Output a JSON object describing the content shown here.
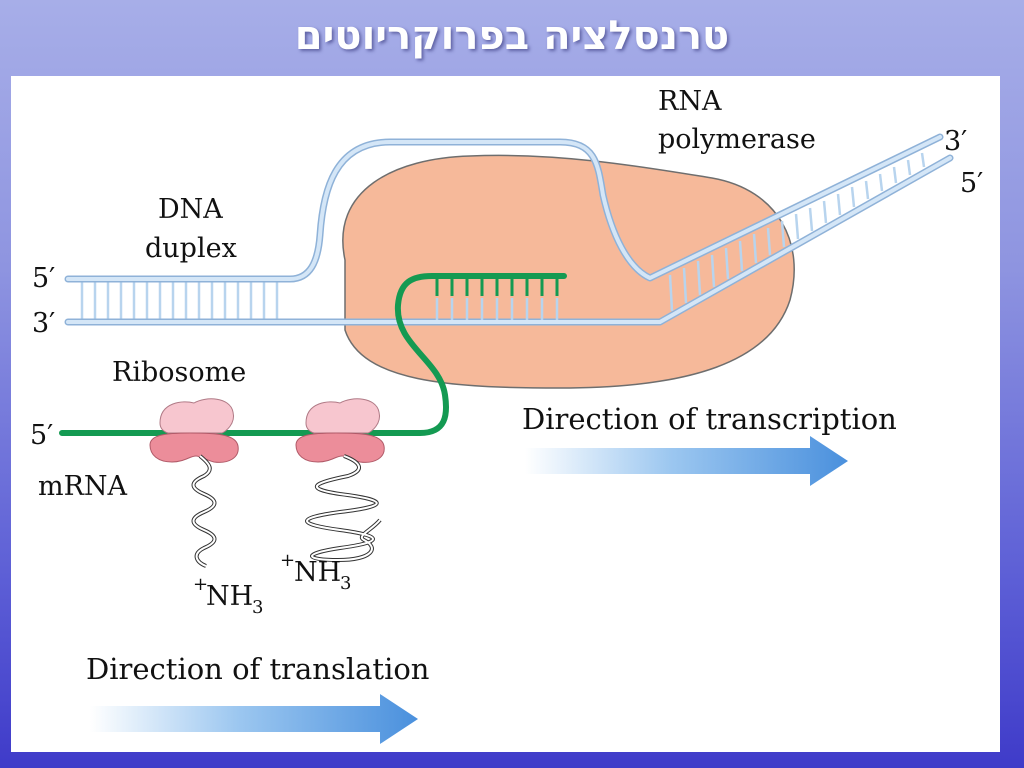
{
  "title": "טרנסלציה בפרוקריוטים",
  "labels": {
    "rna_polymerase_line1": "RNA",
    "rna_polymerase_line2": "polymerase",
    "dna_duplex_line1": "DNA",
    "dna_duplex_line2": "duplex",
    "left_top_end": "5′",
    "left_bottom_end": "3′",
    "right_top_end": "3′",
    "right_bottom_end": "5′",
    "ribosome": "Ribosome",
    "mrna_end": "5′",
    "mrna": "mRNA",
    "direction_transcription": "Direction of transcription",
    "direction_translation": "Direction of translation",
    "nh3_charge": "+",
    "nh3_main": "NH",
    "nh3_subscript": "3"
  },
  "colors": {
    "dna_strand": "#b8d4ee",
    "dna_strand_edge": "#8fb2d8",
    "polymerase_fill": "#f6b99a",
    "polymerase_edge": "#6e6e6e",
    "mrna_green": "#149a52",
    "ribosome_top": "#f7c6cf",
    "ribosome_bottom": "#ec8d9a",
    "arrow_blue": "#5b9ee0",
    "title_bg": "#8e94e0"
  }
}
